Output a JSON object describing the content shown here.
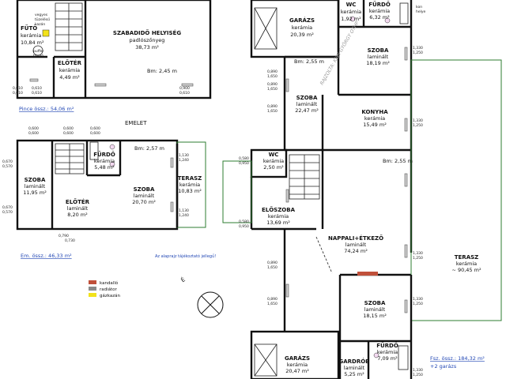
{
  "labels": {
    "pince_total": "Pince össz.: 54,06  m²",
    "emelet_title": "EMELET",
    "emelet_total": "Em. össz.: 46,33 m²",
    "fsz_total_1": "Fsz. össz.: 184,32 m²",
    "fsz_total_2": "+2 garázs",
    "note": "Az alaprajz tájékoztató jellegű!",
    "north": "É"
  },
  "bm": {
    "pince": "Bm: 2,45 m",
    "emelet": "Bm: 2,57 m",
    "fsz_1": "Bm: 2,55 m",
    "fsz_2": "Bm: 2,55 m"
  },
  "pince": {
    "futo": [
      "FŰTŐ",
      "kerámia",
      "10,84 m²"
    ],
    "szabadido": [
      "SZABADIDŐ HELYISÉG",
      "padlószőnyeg",
      "38,73 m²"
    ],
    "eloter": [
      "ELŐTÉR",
      "kerámia",
      "4,49 m²"
    ],
    "small_1": [
      "vegyes",
      "tüzelésű",
      "kazán"
    ],
    "small_2": [
      "puffer",
      "tároló"
    ]
  },
  "emelet": {
    "szoba1": [
      "SZOBA",
      "laminált",
      "11,95 m²"
    ],
    "furdo": [
      "FÜRDŐ",
      "kerámia",
      "5,48 m²"
    ],
    "eloter": [
      "ELŐTÉR",
      "laminált",
      "8,20 m²"
    ],
    "szoba2": [
      "SZOBA",
      "laminált",
      "20,70 m²"
    ],
    "terasz": [
      "TERASZ",
      "kerámia",
      "10,83 m²"
    ]
  },
  "fsz": {
    "garazs_top": [
      "GARÁZS",
      "kerámia",
      "20,39 m²"
    ],
    "wc_top": [
      "WC",
      "kerámia",
      "1,92 m²"
    ],
    "furdo_top": [
      "FÜRDŐ",
      "kerámia",
      "6,32 m²"
    ],
    "szoba_top": [
      "SZOBA",
      "laminált",
      "18,19 m²"
    ],
    "szoba_mid": [
      "SZOBA",
      "laminált",
      "22,47 m²"
    ],
    "konyha": [
      "KONYHA",
      "kerámia",
      "15,49 m²"
    ],
    "wc_mid": [
      "WC",
      "kerámia",
      "2,50 m²"
    ],
    "eloszoba": [
      "ELŐSZOBA",
      "kerámia",
      "13,69 m²"
    ],
    "nappali": [
      "NAPPALI+ÉTKEZŐ",
      "laminált",
      "74,24 m²"
    ],
    "terasz": [
      "TERASZ",
      "kerámia",
      "~ 90,45 m²"
    ],
    "szoba_low": [
      "SZOBA",
      "laminált",
      "18,15 m²"
    ],
    "garazs_low": [
      "GARÁZS",
      "kerámia",
      "20,47 m²"
    ],
    "gardrob": [
      "GARDRÓB",
      "laminált",
      "5,25 m²"
    ],
    "furdo_low": [
      "FÜRDŐ",
      "kerámia",
      "7,09 m²"
    ],
    "small_wall": [
      "kon",
      "helye"
    ]
  },
  "legend": {
    "items": [
      {
        "label": "kandalló",
        "color": "#c0503a"
      },
      {
        "label": "radiátor",
        "color": "#8a8a8a"
      },
      {
        "label": "gázkazán",
        "color": "#f2e21a"
      }
    ]
  },
  "window_dims": {
    "pince_l1": [
      "0,610",
      "0,610"
    ],
    "pince_l2": [
      "0,610",
      "0,610"
    ],
    "pince_r": [
      "0,900",
      "0,610"
    ],
    "em_top1": [
      "0,600",
      "0,600"
    ],
    "em_top2": [
      "0,600",
      "0,600"
    ],
    "em_top3": [
      "0,600",
      "0,600"
    ],
    "em_left1": [
      "0,670",
      "0,570"
    ],
    "em_left2": [
      "0,670",
      "0,570"
    ],
    "em_bottom": [
      "0,790",
      "0,730"
    ],
    "em_r1": [
      "1,130",
      "1,240"
    ],
    "em_r2": [
      "1,130",
      "1,240"
    ],
    "fsz_a": [
      "0,890",
      "1,650"
    ],
    "fsz_b": [
      "0,890",
      "1,650"
    ],
    "fsz_c": [
      "0,890",
      "1,650"
    ],
    "fsz_d": [
      "0,890",
      "1,650"
    ],
    "fsz_e": [
      "0,890",
      "1,650"
    ],
    "fsz_wc": [
      "0,580",
      "0,950"
    ],
    "fsz_el": [
      "0,580",
      "0,950"
    ],
    "fsz_r1": [
      "1,330",
      "1,250"
    ],
    "fsz_r2": [
      "1,330",
      "1,250"
    ],
    "fsz_r3": [
      "1,330",
      "1,250"
    ],
    "fsz_r4": [
      "1,330",
      "1,250"
    ],
    "fsz_r5": [
      "1,330",
      "1,250"
    ]
  },
  "watermark": "RAJZOLTA: KISS GYÖRGY OTHP"
}
